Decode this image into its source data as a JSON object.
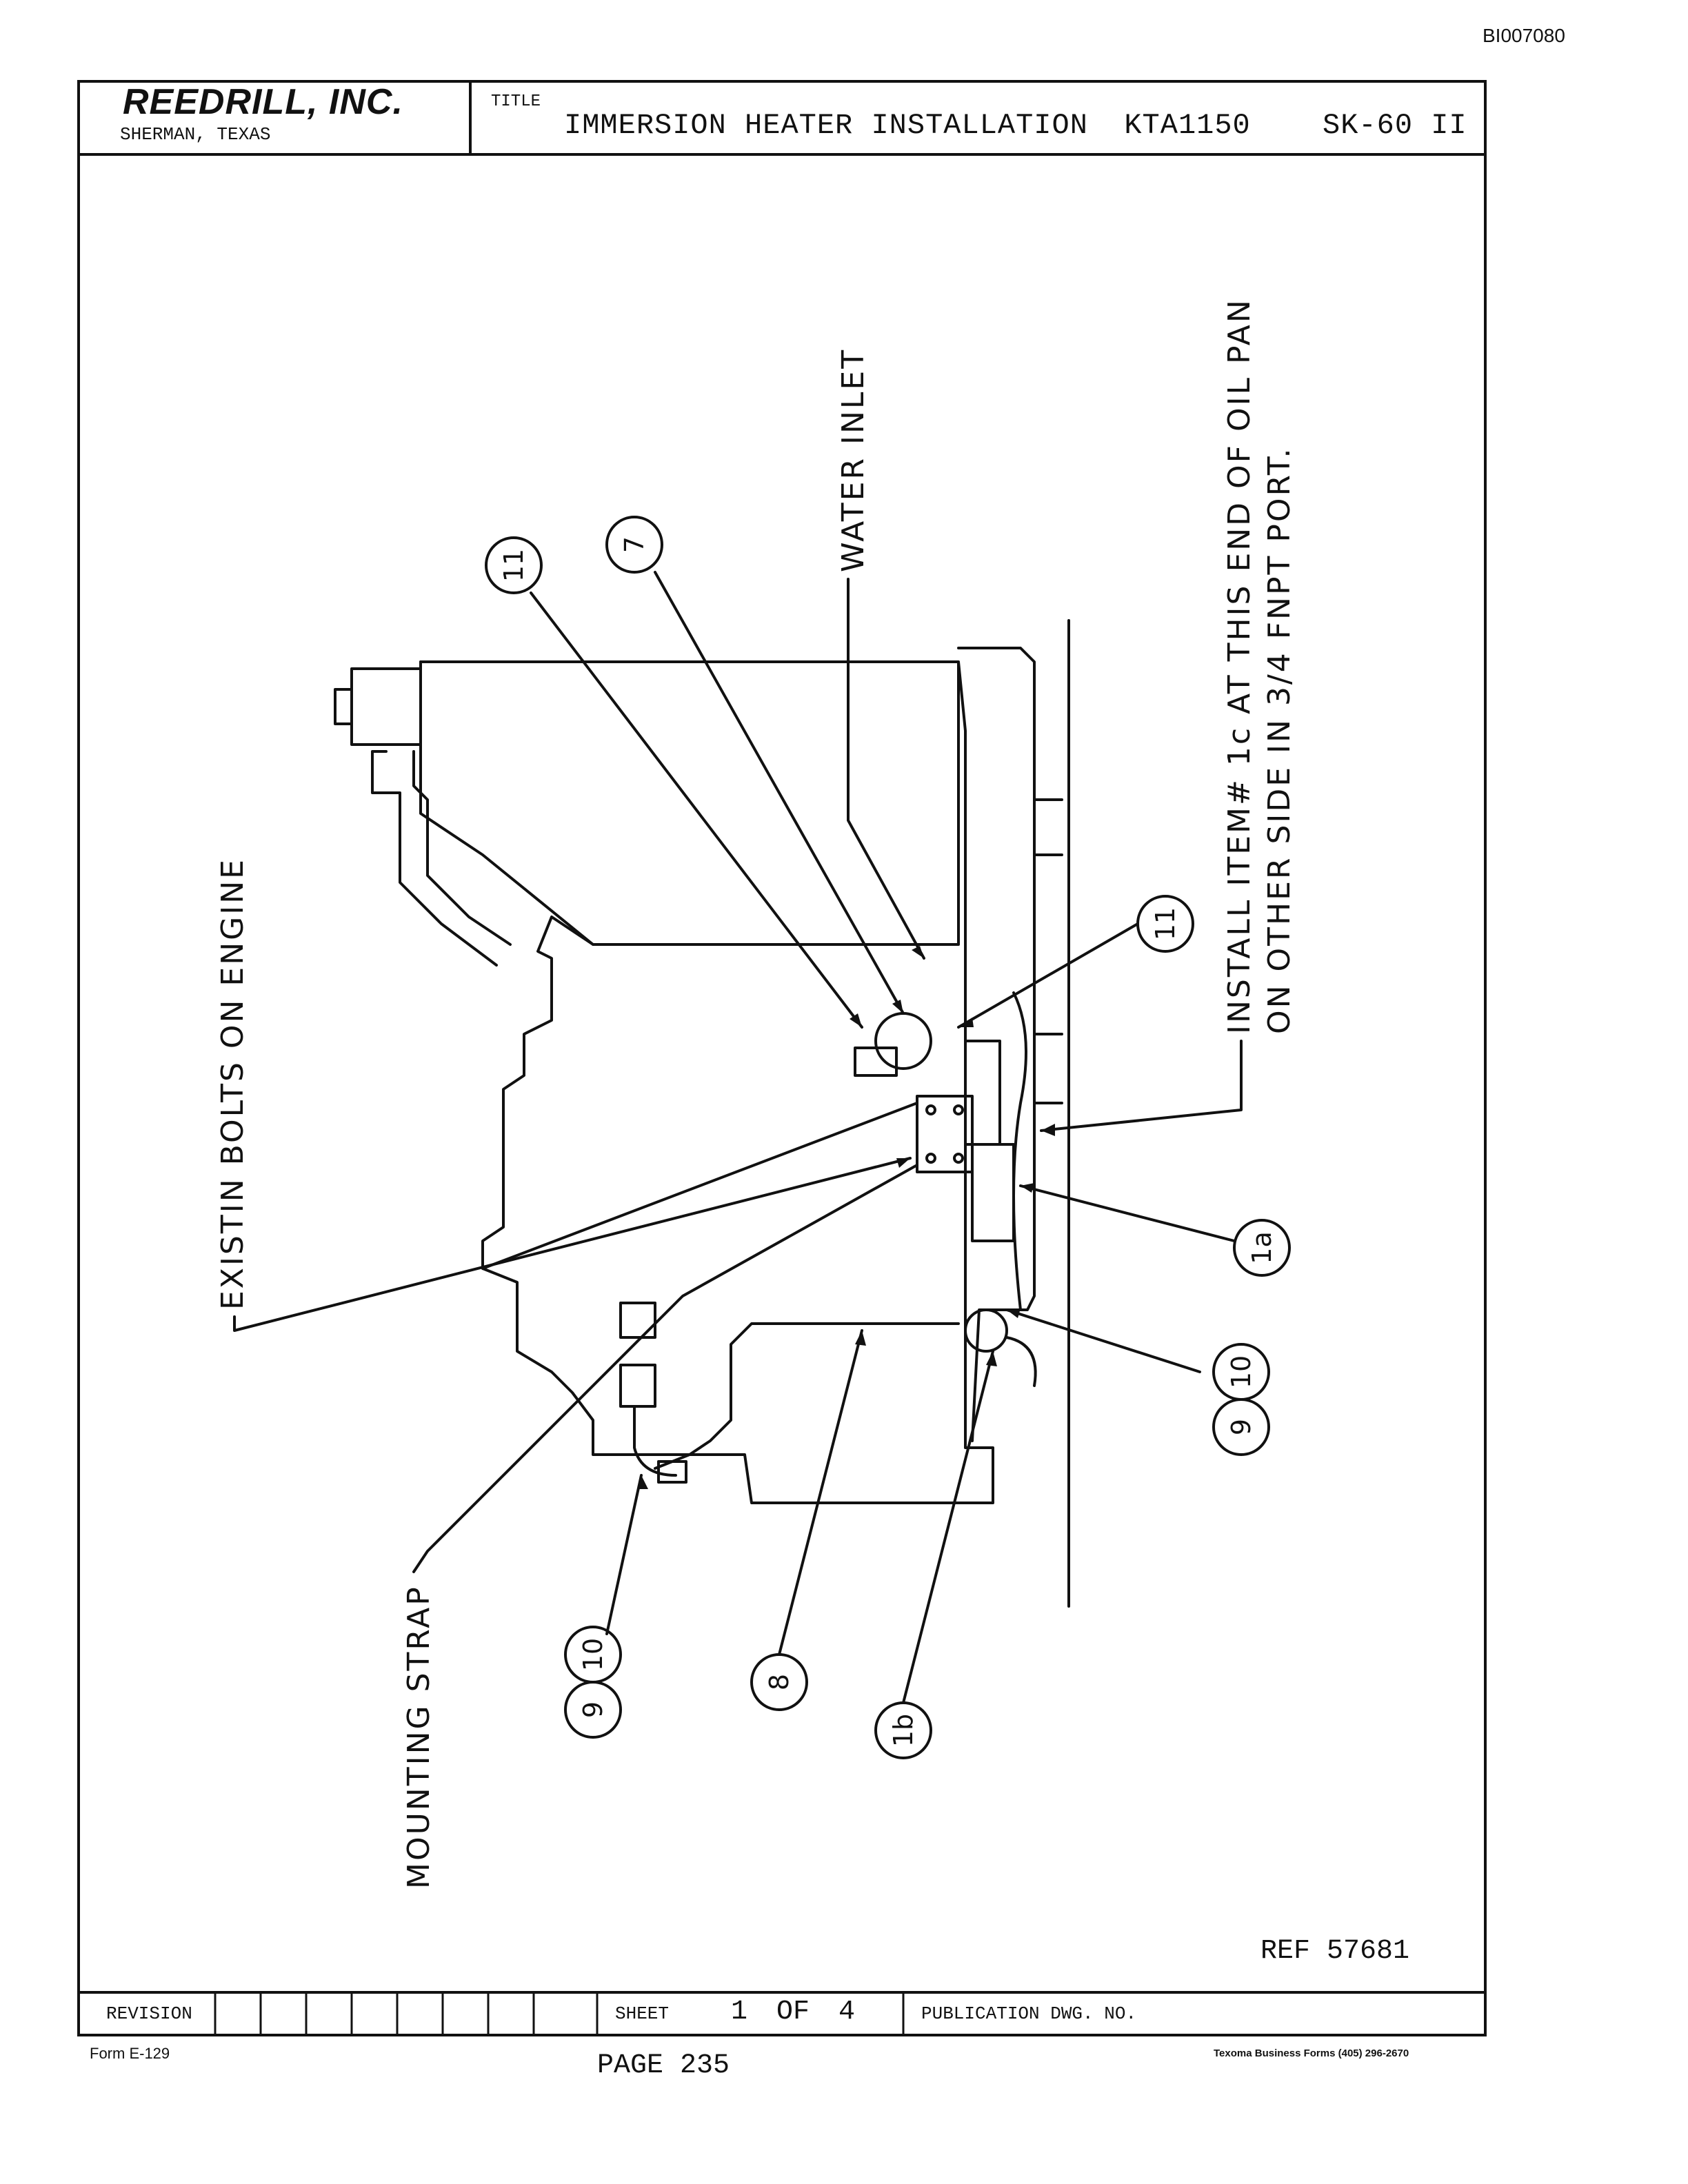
{
  "document_id": "BI007080",
  "title_block": {
    "company": "REEDRILL, INC.",
    "location": "SHERMAN, TEXAS",
    "title_label": "TITLE",
    "title": "IMMERSION HEATER INSTALLATION  KTA1150",
    "sheet_code": "SK-60 II"
  },
  "notes": {
    "water_inlet": "WATER INLET",
    "install_line1": "INSTALL ITEM# 1c AT THIS END OF OIL PAN",
    "install_line2": "ON OTHER SIDE IN 3/4 FNPT PORT.",
    "existing_bolts": "EXISTIN BOLTS ON ENGINE",
    "mounting_strap": "MOUNTING STRAP"
  },
  "callouts": {
    "item_11_top": "11",
    "item_7": "7",
    "item_11_right": "11",
    "item_1a": "1a",
    "item_9_right": "9",
    "item_10_right": "10",
    "item_9_bottom": "9",
    "item_10_bottom": "10",
    "item_8": "8",
    "item_1b": "1b"
  },
  "ref": "REF 57681",
  "footer": {
    "revision_label": "REVISION",
    "sheet_label": "SHEET",
    "sheet_value": "1 OF 4",
    "publication_label": "PUBLICATION DWG. NO.",
    "form_number": "Form E-129",
    "page": "PAGE 235",
    "printer": "Texoma Business Forms (405) 296-2670"
  }
}
